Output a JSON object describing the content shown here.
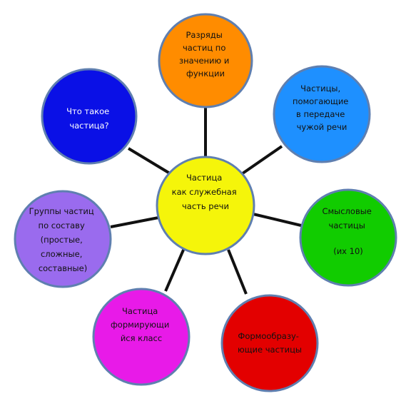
{
  "center": {
    "lines": [
      "Частица",
      "как служебная",
      "часть речи"
    ],
    "color": "#f5f50a"
  },
  "nodes": [
    {
      "id": "razryady",
      "lines": [
        "Разряды",
        "частиц по",
        "значению и",
        "функции"
      ],
      "color": "#ff8c00",
      "text_color": "#111111"
    },
    {
      "id": "chuzhaya-rech",
      "lines": [
        "Частицы,",
        "помогающие",
        "в передаче",
        "чужой речи"
      ],
      "color": "#1e90ff",
      "text_color": "#111111"
    },
    {
      "id": "smyslovye",
      "lines": [
        "Смысловые",
        "частицы",
        "",
        "(их 10)"
      ],
      "color": "#11cc00",
      "text_color": "#111111"
    },
    {
      "id": "formoobraz",
      "lines": [
        "Формообразу-",
        "ющие частицы"
      ],
      "color": "#e30000",
      "text_color": "#111111"
    },
    {
      "id": "formiruyushchiy",
      "lines": [
        "Частица",
        "формирующи",
        "йся класс"
      ],
      "color": "#e81ae8",
      "text_color": "#111111"
    },
    {
      "id": "gruppy",
      "lines": [
        "Группы частиц",
        "по составу",
        "(простые,",
        "сложные,",
        "составные)"
      ],
      "color": "#9a6bee",
      "text_color": "#111111"
    },
    {
      "id": "chto-takoe",
      "lines": [
        "Что такое",
        "частица?"
      ],
      "color": "#0a10e6",
      "text_color": "#ffffff"
    }
  ]
}
